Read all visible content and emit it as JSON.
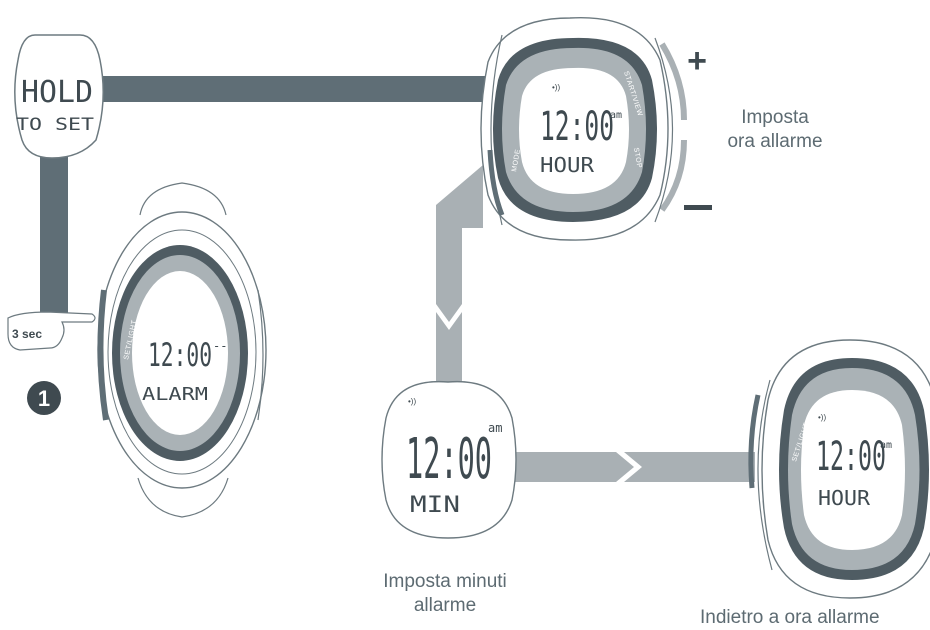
{
  "hold_badge": {
    "line1": "HOLD",
    "line2": "TO SET"
  },
  "press": {
    "duration": "3 sec",
    "step": "1"
  },
  "watch_main": {
    "time": "12:00",
    "suffix": "--",
    "label": "ALARM",
    "button": "SET/LIGHT"
  },
  "watch_hour": {
    "time": "12:00",
    "ampm": "am",
    "label": "HOUR",
    "btn_start": "START/VIEW",
    "btn_mode": "MODE",
    "btn_stop": "STOP"
  },
  "watch_min": {
    "time": "12:00",
    "ampm": "am",
    "label": "MIN"
  },
  "watch_back": {
    "time": "12:00",
    "ampm": "am",
    "label": "HOUR",
    "button": "SET/LIGHT"
  },
  "controls": {
    "plus": "+",
    "minus": "–"
  },
  "captions": {
    "hour_line1": "Imposta",
    "hour_line2": "ora allarme",
    "min_line1": "Imposta minuti",
    "min_line2": "allarme",
    "back": "Indietro a ora allarme"
  },
  "colors": {
    "dark_bar": "#5f6e76",
    "light_bar": "#a9b0b4",
    "lcd_ring": "#aab2b6",
    "outline": "#6d7a80"
  }
}
